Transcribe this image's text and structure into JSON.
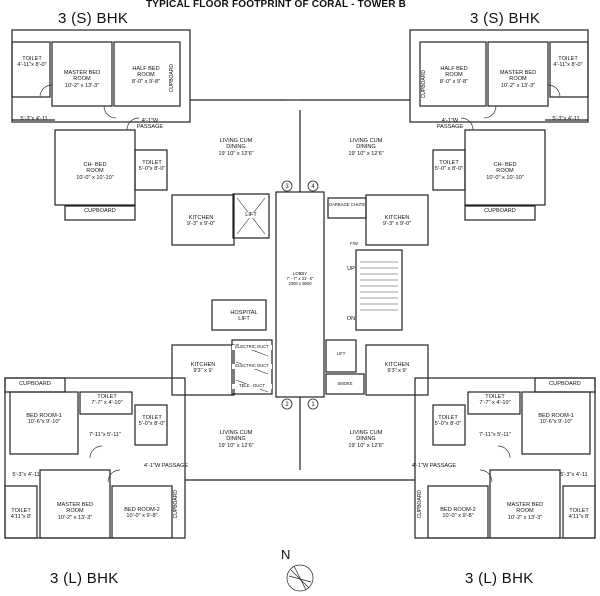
{
  "title": "TYPICAL FLOOR FOOTPRINT OF CORAL - TOWER B",
  "unit_labels": {
    "top_left": "3 (S) BHK",
    "top_right": "3 (S) BHK",
    "bottom_left": "3 (L) BHK",
    "bottom_right": "3 (L) BHK"
  },
  "north": "N",
  "rooms": {
    "tl_toilet": "TOILET\n4'-11\"x 8'-0\"",
    "tl_master": "MASTER BED\nROOM\n10'-2\" x 13'-3\"",
    "tl_half": "HALF BED\nROOM\n8'-0\" x 9'-8\"",
    "tl_cupboard_v": "CUPBOARD",
    "tl_dim": "5'-3\"x 4'-11",
    "tl_passage": "4'-1\"W\nPASSAGE",
    "tl_living": "LIVING CUM\nDINING\n19' 10\" x 12'6\"",
    "tl_chbed": "CH- BED\nROOM\n10'-0\" x 10'-10\"",
    "tl_toilet2": "TOILET\n5'-0\"x 8'-0\"",
    "tl_cupboard": "CUPBOARD",
    "tl_kitchen": "KITCHEN\n9'-3\" x 9'-0\"",
    "tr_toilet": "TOILET\n4'-11\"x 8'-0\"",
    "tr_master": "MASTER BED\nROOM\n10'-2\" x 13'-3\"",
    "tr_half": "HALF BED\nROOM\n8'-0\" x 9'-8\"",
    "tr_cupboard_v": "CUPBOARD",
    "tr_dim": "5'-3\"x 4'-11",
    "tr_passage": "4'-1\"W\nPASSAGE",
    "tr_living": "LIVING CUM\nDINING\n19' 10\" x 12'6\"",
    "tr_chbed": "CH- BED\nROOM\n10'-0\" x 10'-10\"",
    "tr_toilet2": "TOILET\n5'-0\" x 8'-0\"",
    "tr_cupboard": "CUPBOARD",
    "tr_kitchen": "KITCHEN\n9'-3\" x 9'-0\"",
    "garbage": "GARBAGE CHUTE",
    "lift_top": "LIFT",
    "lobby": "LOBBY\n7' - 7\" x 31'- 6\"\n2300 x 9600",
    "fw": "F/W",
    "up": "UP",
    "on": "ON",
    "hospital_lift": "HOSPITAL\nLIFT",
    "elec_duct_1": "ELECTRIC DUCT",
    "elec_duct_2": "ELECTRIC DUCT",
    "tele_duct": "TELE - DUCT",
    "lift_small": "LIFT",
    "smoke": "SMOKE",
    "bl_kitchen": "KITCHEN\n9'3\" x 9'",
    "br_kitchen": "KITCHEN\n9'3\" x 9'",
    "bl_cupboard": "CUPBOARD",
    "bl_toilet": "TOILET\n7'-7\" x 4'-10\"",
    "bl_bed1": "BED ROOM-1\n10'-6\"x 9'-10\"",
    "bl_toilet2": "TOILET\n5'-0\"x 8'-0\"",
    "bl_dim": "7'-11\"x 5'-11\"",
    "bl_living": "LIVING CUM\nDINING\n19' 10\" x 12'6\"",
    "bl_passage": "4'-1\"W PASSAGE",
    "bl_dim2": "5'-3\"x 4'-11",
    "bl_toilet3": "TOILET\n4'11\"x 8'",
    "bl_master": "MASTER BED\nROOM\n10'-2\" x 13'-3\"",
    "bl_bed2": "BED ROOM-2\n10'-0\" x 9'-8\"",
    "bl_cupboard_v": "CUPBOARD",
    "br_cupboard": "CUPBOARD",
    "br_toilet": "TOILET\n7'-7\" x 4'-10\"",
    "br_bed1": "BED ROOM-1\n10'-6\"x 9'-10\"",
    "br_toilet2": "TOILET\n5'-0\"x 8'-0\"",
    "br_dim": "7'-11\"x 5'-11\"",
    "br_living": "LIVING CUM\nDINING\n19' 10\" x 12'6\"",
    "br_passage": "4'-1\"W PASSAGE",
    "br_dim2": "5'-3\"x 4'-11",
    "br_toilet3": "TOILET\n4'11\"x 8'",
    "br_master": "MASTER BED\nROOM\n10'-2\" x 13'-3\"",
    "br_bed2": "BED ROOM-2\n10'-0\" x 9'-8\"",
    "br_cupboard_v": "CUPBOARD"
  },
  "markers": [
    "3",
    "4",
    "2",
    "1"
  ]
}
